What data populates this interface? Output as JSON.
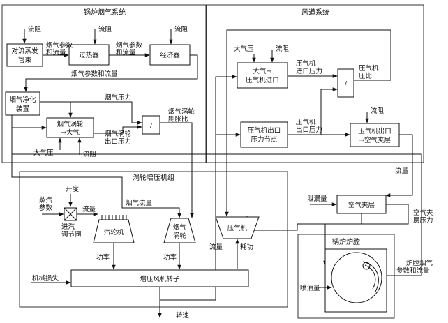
{
  "groups": {
    "boiler_flue_gas": "锅炉烟气系统",
    "air_duct": "风道系统",
    "turbocharger": "涡轮增压机组",
    "boiler_furnace": "锅炉炉膛"
  },
  "blocks": {
    "convective_tube": [
      "对流蒸发",
      "管束"
    ],
    "superheater": "过热器",
    "economizer": "经济器",
    "flue_gas_cleaning": [
      "烟气净化",
      "装置"
    ],
    "flue_turbine_to_atm": [
      "烟气涡轮",
      "→大气"
    ],
    "ratio_divider": "/",
    "atm_to_compressor_inlet": [
      "大气→",
      "压气机进口"
    ],
    "compressor_ratio_divider": "/",
    "compressor_outlet_node": [
      "压气机出口",
      "压力节点"
    ],
    "compressor_outlet_to_jacket": [
      "压气机出口",
      "→空气夹层"
    ],
    "air_jacket": "空气夹层",
    "steam_turbine": "汽轮机",
    "flue_gas_turbine": [
      "烟气",
      "涡轮"
    ],
    "compressor": "压气机",
    "rotor": "增压风机转子"
  },
  "labels": {
    "flow_resistance": "流阻",
    "flue_params_flow": [
      "烟气参数",
      "和流量"
    ],
    "flue_params_flow_line": "烟气参数和流量",
    "flue_pressure": "烟气压力",
    "atm_pressure": "大气压",
    "flue_turbine_expansion_ratio": [
      "烟气涡轮",
      "膨胀比"
    ],
    "flue_turbine_outlet_pressure": [
      "烟气涡轮",
      "出口压力"
    ],
    "compressor_inlet_pressure": [
      "压气机",
      "进口压力"
    ],
    "compressor_pressure_ratio": [
      "压气机",
      "压比"
    ],
    "compressor_outlet_pressure": [
      "压气机",
      "出口压力"
    ],
    "flow": "流量",
    "leakage": "泄漏量",
    "jacket_pressure": [
      "空气夹",
      "层压力"
    ],
    "furnace_flue_params": [
      "炉膛烟气",
      "参数和流量"
    ],
    "fuel_injection": "喷油量",
    "opening": "开度",
    "steam_params": [
      "蒸汽",
      "参数"
    ],
    "intake_valve": [
      "进汽",
      "调节阀"
    ],
    "flue_flow": "烟气流量",
    "power": "功率",
    "power_consumption": "耗功",
    "mechanical_loss": "机械损失",
    "speed": "转速"
  }
}
